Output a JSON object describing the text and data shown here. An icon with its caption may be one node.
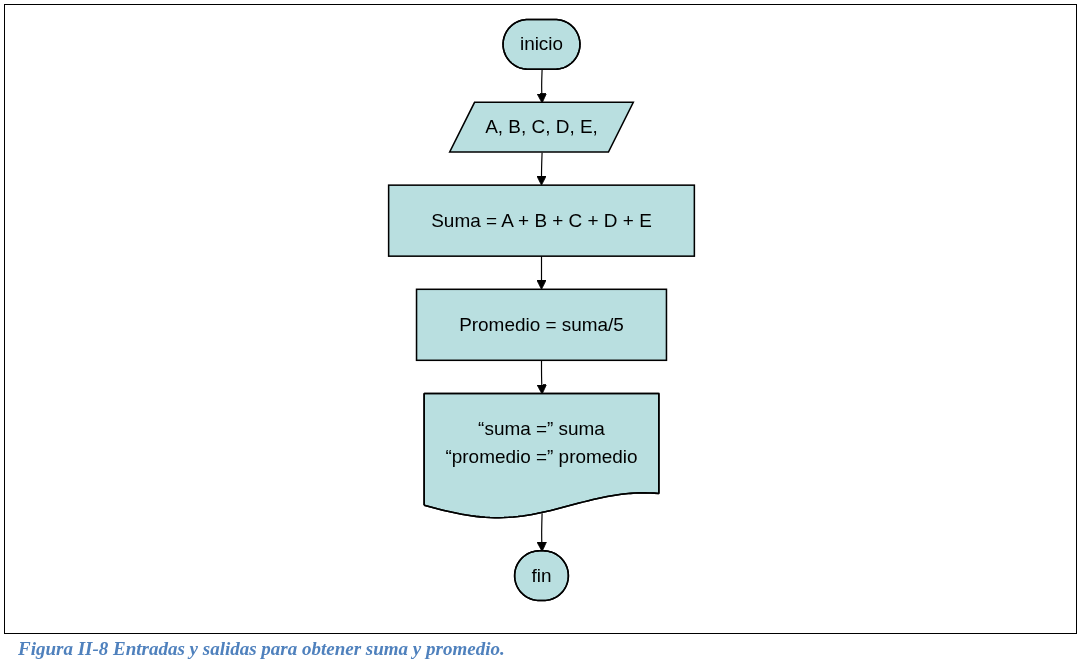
{
  "diagram": {
    "caption": "Figura II-8 Entradas y salidas para obtener suma y promedio.",
    "nodes": [
      {
        "text": [
          "inicio"
        ]
      },
      {
        "text": [
          "A, B, C, D, E,"
        ]
      },
      {
        "text": [
          "Suma = A + B + C + D + E"
        ]
      },
      {
        "text": [
          "Promedio = suma/5"
        ]
      },
      {
        "text": [
          "“suma =” suma",
          "“promedio =” promedio"
        ]
      },
      {
        "text": [
          "fin"
        ]
      }
    ],
    "edges": [
      {
        "from": 0,
        "to": 1,
        "arrow": "to"
      },
      {
        "from": 1,
        "to": 2,
        "arrow": "to"
      },
      {
        "from": 2,
        "to": 3,
        "arrow": "to"
      },
      {
        "from": 3,
        "to": 4,
        "arrow": "to"
      },
      {
        "from": 4,
        "to": 5,
        "arrow": "to"
      }
    ]
  }
}
